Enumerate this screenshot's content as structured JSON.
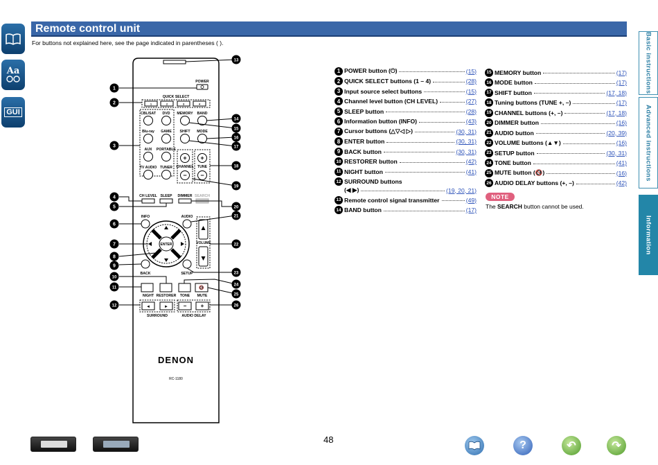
{
  "title": "Remote control unit",
  "subtitle": "For buttons not explained here, see the page indicated in parentheses ( ).",
  "left_icons": [
    "book-icon",
    "glossary-icon",
    "gui-icon"
  ],
  "left_icon_labels": {
    "glossary": "Aa",
    "gui": "GUI"
  },
  "side_tabs": [
    {
      "label": "Basic instructions",
      "active": false
    },
    {
      "label": "Advanced instructions",
      "active": false
    },
    {
      "label": "Information",
      "active": true
    }
  ],
  "remote": {
    "power_label": "POWER",
    "quick_select_label": "QUICK SELECT",
    "quick_select_nums": [
      "1",
      "2",
      "3",
      "4"
    ],
    "row1": [
      "CBL/SAT",
      "DVD",
      "MEMORY",
      "BAND"
    ],
    "row2": [
      "Blu-ray",
      "GAME",
      "SHIFT",
      "MODE"
    ],
    "row3": [
      "AUX",
      "PORTABLE"
    ],
    "row4": [
      "TV AUDIO",
      "TUNER",
      "CHANNEL",
      "TUNE"
    ],
    "row5": [
      "CH LEVEL",
      "SLEEP",
      "DIMMER",
      "SEARCH"
    ],
    "info_label": "INFO",
    "audio_label": "AUDIO",
    "enter_label": "ENTER",
    "volume_label": "VOLUME",
    "back_label": "BACK",
    "setup_label": "SETUP",
    "row6": [
      "NIGHT",
      "RESTORER",
      "TONE",
      "MUTE"
    ],
    "surround_label": "SURROUND",
    "audio_delay_label": "AUDIO DELAY",
    "brand": "DENON",
    "model": "RC-1180"
  },
  "callouts": [
    "1",
    "2",
    "3",
    "4",
    "5",
    "6",
    "7",
    "8",
    "9",
    "10",
    "11",
    "12",
    "13",
    "14",
    "15",
    "16",
    "17",
    "18",
    "19",
    "20",
    "21",
    "22",
    "23",
    "24",
    "25",
    "26"
  ],
  "list_left": [
    {
      "num": "1",
      "label": "POWER button (⏻)",
      "refs": "(15)"
    },
    {
      "num": "2",
      "label": "QUICK SELECT buttons (1 – 4)",
      "refs": "(28)"
    },
    {
      "num": "3",
      "label": "Input source select buttons",
      "refs": "(15)"
    },
    {
      "num": "4",
      "label": "Channel level button (CH LEVEL)",
      "refs": "(27)"
    },
    {
      "num": "5",
      "label": "SLEEP button",
      "refs": "(28)"
    },
    {
      "num": "6",
      "label": "Information button (INFO)",
      "refs": "(43)"
    },
    {
      "num": "7",
      "label": "Cursor buttons (△▽◁ ▷)",
      "refs": "(30, 31)"
    },
    {
      "num": "8",
      "label": "ENTER button",
      "refs": "(30, 31)"
    },
    {
      "num": "9",
      "label": "BACK button",
      "refs": "(30, 31)"
    },
    {
      "num": "10",
      "label": "RESTORER button",
      "refs": "(42)"
    },
    {
      "num": "11",
      "label": "NIGHT button",
      "refs": "(41)"
    },
    {
      "num": "12",
      "label": "SURROUND buttons",
      "label2": "(◀ ▶)",
      "refs": "(19, 20, 21)"
    },
    {
      "num": "13",
      "label": "Remote control signal transmitter",
      "refs": "(49)"
    },
    {
      "num": "14",
      "label": "BAND button",
      "refs": "(17)"
    }
  ],
  "list_right": [
    {
      "num": "15",
      "label": "MEMORY button",
      "refs": "(17)"
    },
    {
      "num": "16",
      "label": "MODE button",
      "refs": "(17)"
    },
    {
      "num": "17",
      "label": "SHIFT button",
      "refs": "(17, 18)"
    },
    {
      "num": "18",
      "label": "Tuning buttons (TUNE +, –)",
      "refs": "(17)"
    },
    {
      "num": "19",
      "label": "CHANNEL buttons (+, –)",
      "refs": "(17, 18)"
    },
    {
      "num": "20",
      "label": "DIMMER button",
      "refs": "(16)"
    },
    {
      "num": "21",
      "label": "AUDIO button",
      "refs": "(20, 39)"
    },
    {
      "num": "22",
      "label": "VOLUME buttons (▲▼)",
      "refs": "(16)"
    },
    {
      "num": "23",
      "label": "SETUP button",
      "refs": "(30, 31)"
    },
    {
      "num": "24",
      "label": "TONE button",
      "refs": "(41)"
    },
    {
      "num": "25",
      "label": "MUTE button (🔇)",
      "refs": "(16)"
    },
    {
      "num": "26",
      "label": "AUDIO DELAY buttons (+, –)",
      "refs": "(42)"
    }
  ],
  "note": {
    "badge": "NOTE",
    "text_before": "The ",
    "text_bold": "SEARCH",
    "text_after": " button cannot be used."
  },
  "page_number": "48",
  "footer_icons": [
    "receiver-front-icon",
    "receiver-back-icon",
    "manual-book-icon",
    "help-icon",
    "back-arrow-icon",
    "forward-arrow-icon"
  ],
  "footer_glyphs": {
    "help": "?",
    "back": "↶",
    "forward": "↷"
  },
  "colors": {
    "title_bar": "#3a67a8",
    "side_tab_active": "#2386a8",
    "link": "#2a50b8",
    "note": "#e0607e"
  }
}
